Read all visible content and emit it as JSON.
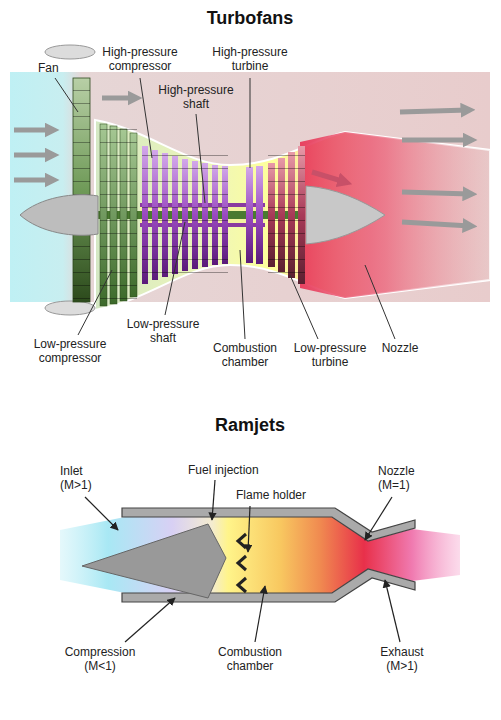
{
  "diagram": {
    "labels": [
      "Turbofans",
      "Fan",
      "High-pressure compressor",
      "High-pressure shaft",
      "High-pressure turbine",
      "Low-pressure compressor",
      "Low-pressure shaft",
      "Combustion chamber",
      "Low-pressure turbine",
      "Nozzle",
      "Ramjets",
      "Inlet (M>1)",
      "Fuel injection",
      "Flame holder",
      "Nozzle (M=1)",
      "Compression (M<1)",
      "Combustion chamber",
      "Exhaust (M>1)"
    ]
  }
}
